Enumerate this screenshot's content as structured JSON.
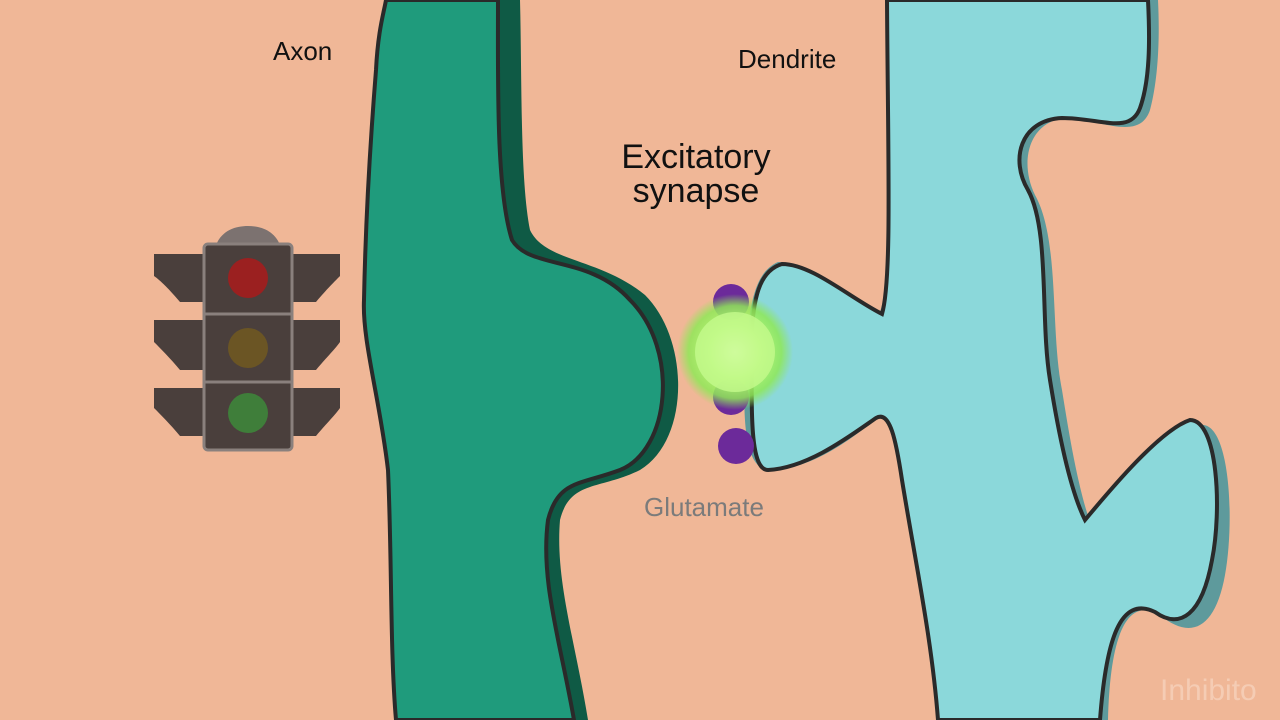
{
  "labels": {
    "axon": "Axon",
    "dendrite": "Dendrite",
    "synapse_line1": "Excitatory",
    "synapse_line2": "synapse",
    "glutamate": "Glutamate",
    "faded_next": "Inhibito"
  },
  "colors": {
    "background": "#f0b797",
    "axon_fill": "#1f9b7c",
    "axon_shadow": "#0f5a45",
    "dendrite_fill": "#8bd8da",
    "dendrite_shadow": "#5e9a9c",
    "receptor": "#6c2a9a",
    "glow": "#aef56a",
    "outline": "#2a2a2a",
    "traffic_light_body": "#4a3f3c",
    "light_red": "#9b2020",
    "light_amber": "#6b5524",
    "light_green": "#3f7e3a"
  },
  "traffic_light": {
    "lights": [
      "red",
      "amber",
      "green"
    ],
    "active": "none"
  }
}
